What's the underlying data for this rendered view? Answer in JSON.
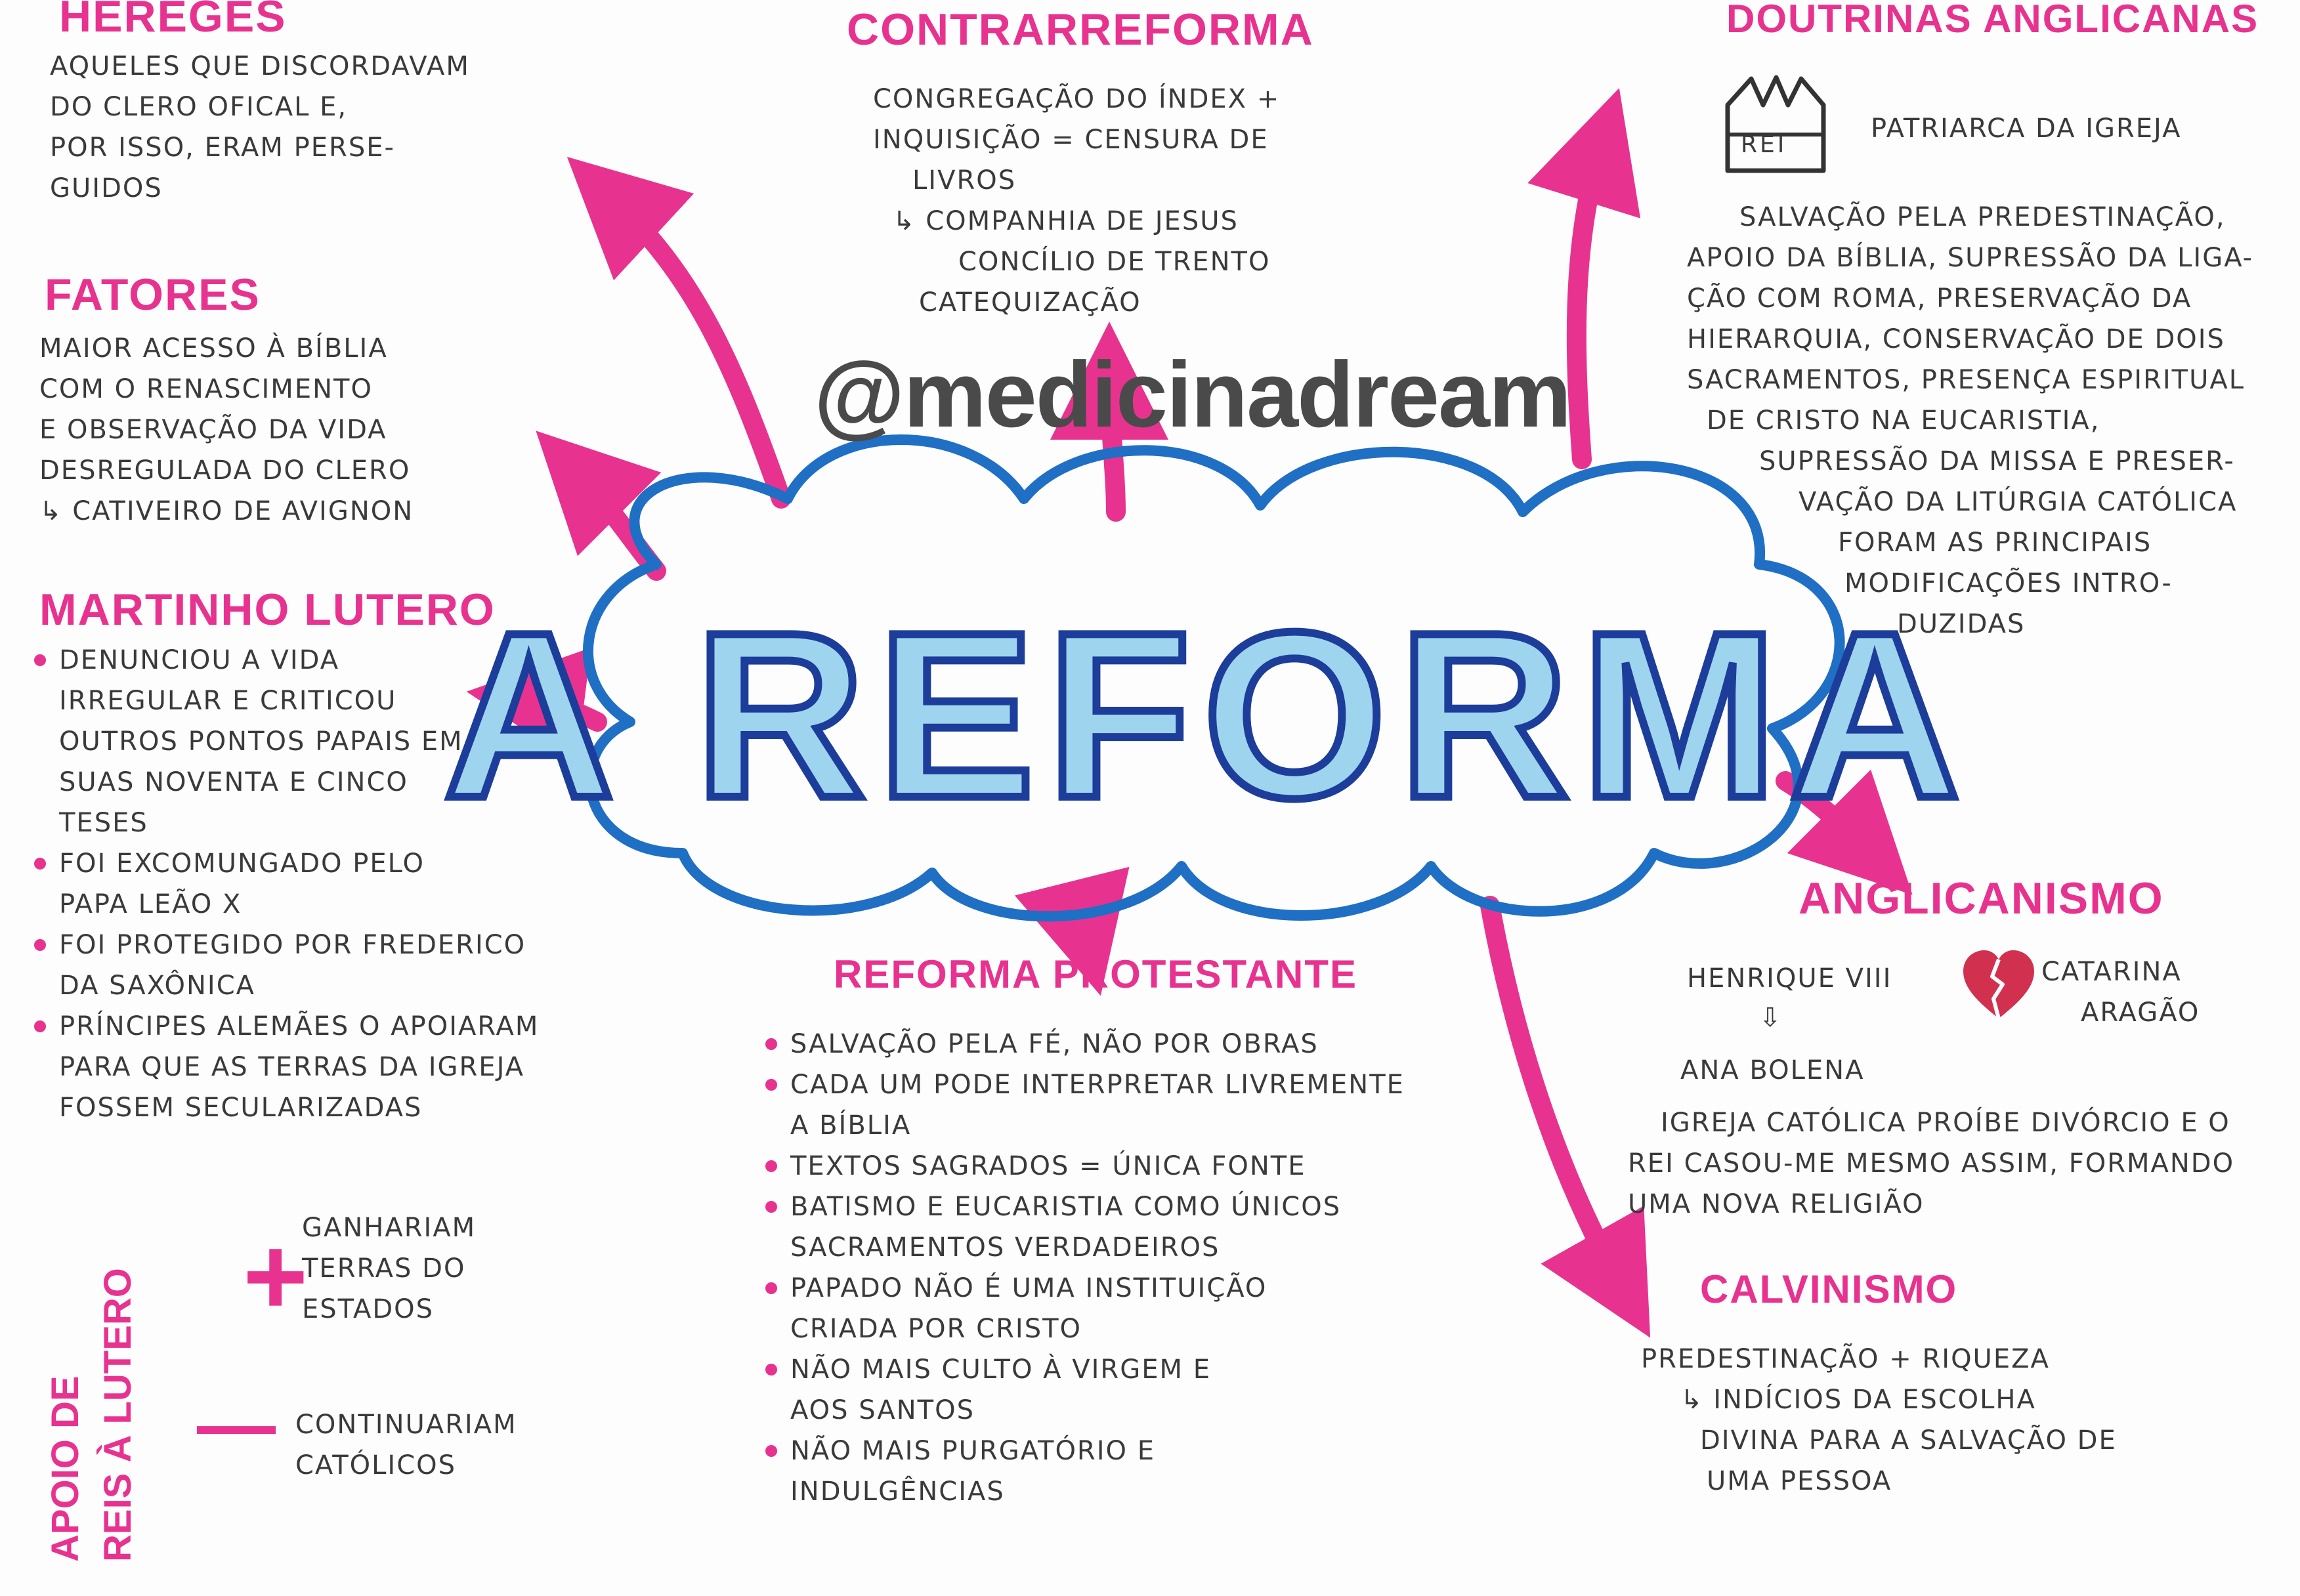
{
  "watermark": "@medicinadream",
  "title": "A REFORMA",
  "hereges": {
    "title": "HEREGES",
    "lines": [
      "AQUELES QUE DISCORDAVAM",
      "DO CLERO OFICAL E,",
      "POR ISSO, ERAM PERSE-",
      "GUIDOS"
    ]
  },
  "fatores": {
    "title": "FATORES",
    "lines": [
      "MAIOR ACESSO À BÍBLIA",
      "COM O RENASCIMENTO",
      "E OBSERVAÇÃO DA VIDA",
      "DESREGULADA DO CLERO",
      "↳ CATIVEIRO DE AVIGNON"
    ]
  },
  "lutero": {
    "title": "MARTINHO LUTERO",
    "items": [
      [
        "DENUNCIOU A VIDA",
        "IRREGULAR E CRITICOU",
        "OUTROS PONTOS PAPAIS EM",
        "SUAS NOVENTA E CINCO",
        "TESES"
      ],
      [
        "FOI EXCOMUNGADO PELO",
        "PAPA LEÃO X"
      ],
      [
        "FOI PROTEGIDO POR FREDERICO",
        "DA SAXÔNICA"
      ],
      [
        "PRÍNCIPES ALEMÃES O APOIARAM",
        "PARA QUE AS TERRAS DA IGREJA",
        "FOSSEM SECULARIZADAS"
      ]
    ]
  },
  "apoio": {
    "title_line1": "APOIO DE",
    "title_line2": "REIS À LUTERO",
    "plus_sign": "+",
    "plus_lines": [
      "GANHARIAM",
      "TERRAS DO",
      "ESTADOS"
    ],
    "minus_sign": "—",
    "minus_lines": [
      "CONTINUARIAM",
      "CATÓLICOS"
    ]
  },
  "contrarreforma": {
    "title": "CONTRARREFORMA",
    "lines": [
      "CONGREGAÇÃO DO ÍNDEX +",
      "INQUISIÇÃO = CENSURA DE",
      "LIVROS",
      "↳ COMPANHIA DE JESUS",
      "CONCÍLIO DE TRENTO",
      "CATEQUIZAÇÃO"
    ]
  },
  "protestante": {
    "title": "REFORMA PROTESTANTE",
    "items": [
      [
        "SALVAÇÃO PELA FÉ, NÃO POR OBRAS"
      ],
      [
        "CADA UM PODE INTERPRETAR LIVREMENTE",
        "A BÍBLIA"
      ],
      [
        "TEXTOS SAGRADOS = ÚNICA FONTE"
      ],
      [
        "BATISMO E EUCARISTIA COMO ÚNICOS",
        "SACRAMENTOS VERDADEIROS"
      ],
      [
        "PAPADO NÃO É UMA INSTITUIÇÃO",
        "CRIADA POR CRISTO"
      ],
      [
        "NÃO MAIS CULTO À VIRGEM E",
        "AOS SANTOS"
      ],
      [
        "NÃO MAIS PURGATÓRIO E",
        "INDULGÊNCIAS"
      ]
    ]
  },
  "doutrinas": {
    "title": "DOUTRINAS ANGLICANAS",
    "crown_label": "REI",
    "crown_caption": "PATRIARCA DA IGREJA",
    "lines": [
      "SALVAÇÃO PELA PREDESTINAÇÃO,",
      "APOIO DA BÍBLIA, SUPRESSÃO DA LIGA-",
      "ÇÃO COM ROMA, PRESERVAÇÃO DA",
      "HIERARQUIA, CONSERVAÇÃO DE DOIS",
      "SACRAMENTOS, PRESENÇA ESPIRITUAL",
      "DE CRISTO NA EUCARISTIA,",
      "SUPRESSÃO DA MISSA E PRESER-",
      "VAÇÃO DA LITÚRGIA CATÓLICA",
      "FORAM AS PRINCIPAIS",
      "MODIFICAÇÕES INTRO-",
      "DUZIDAS"
    ]
  },
  "anglicanismo": {
    "title": "ANGLICANISMO",
    "henrique": "HENRIQUE VIII",
    "catarina_line1": "CATARINA",
    "catarina_line2": "ARAGÃO",
    "down_arrow": "⇩",
    "ana": "ANA BOLENA",
    "lines": [
      "IGREJA CATÓLICA PROÍBE DIVÓRCIO E O",
      "REI CASOU-ME MESMO ASSIM, FORMANDO",
      "UMA NOVA RELIGIÃO"
    ]
  },
  "calvinismo": {
    "title": "CALVINISMO",
    "lines": [
      "PREDESTINAÇÃO + RIQUEZA",
      "↳ INDÍCIOS DA ESCOLHA",
      "DIVINA PARA A SALVAÇÃO DE",
      "UMA PESSOA"
    ]
  },
  "colors": {
    "accent_pink": "#e7338f",
    "cloud_blue": "#1f6fc4",
    "title_fill": "#9fd4ee",
    "title_outline": "#1c3d9a",
    "heart_red": "#d1314f",
    "ink": "#3a3a3a"
  }
}
